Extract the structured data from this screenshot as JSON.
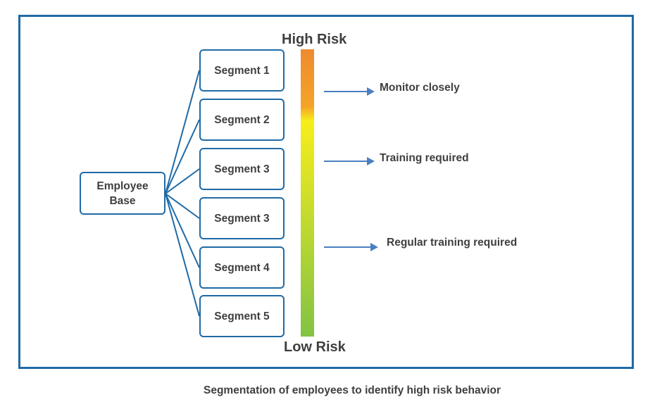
{
  "root": {
    "line1": "Employee",
    "line2": "Base"
  },
  "segments": [
    {
      "label": "Segment 1"
    },
    {
      "label": "Segment 2"
    },
    {
      "label": "Segment 3"
    },
    {
      "label": "Segment 3"
    },
    {
      "label": "Segment 4"
    },
    {
      "label": "Segment 5"
    }
  ],
  "scale": {
    "high_label": "High Risk",
    "low_label": "Low Risk"
  },
  "actions": [
    {
      "label": "Monitor closely"
    },
    {
      "label": "Training required"
    },
    {
      "label": "Regular training required"
    }
  ],
  "caption": "Segmentation of employees to identify high risk behavior",
  "colors": {
    "border": "#1f6aa5",
    "connector": "#1f6aa5",
    "arrow": "#4a7fc1",
    "text": "#3f3f3f",
    "scale_top": "#ee8a2f",
    "scale_mid": "#f7ee1a",
    "scale_bottom": "#82c344"
  }
}
